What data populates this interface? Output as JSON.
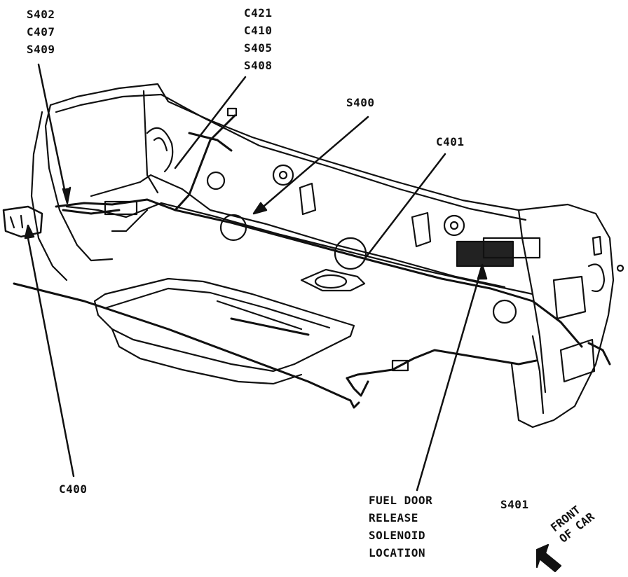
{
  "callouts": {
    "group_left": [
      "S402",
      "C407",
      "S409"
    ],
    "group_top": [
      "C421",
      "C410",
      "S405",
      "S408"
    ],
    "s400": "S400",
    "c401": "C401",
    "c400": "C400",
    "fuel_door": [
      "FUEL DOOR",
      "RELEASE",
      "SOLENOID",
      "LOCATION"
    ],
    "s401": "S401"
  },
  "front_indicator": [
    "FRONT",
    "OF CAR"
  ]
}
